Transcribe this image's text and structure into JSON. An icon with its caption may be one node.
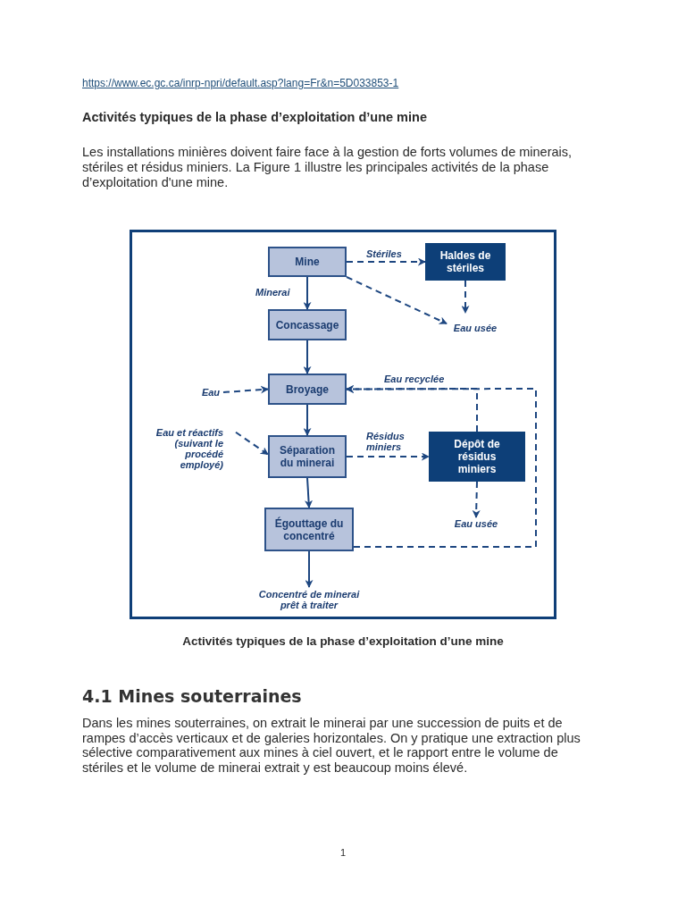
{
  "diagram": {
    "title": "Activités typiques de la phase d’exploitation d’une mine",
    "caption": "Activités typiques de la phase d’exploitation d’une mine",
    "nodes": [
      {
        "text": [
          "Mine"
        ]
      },
      {
        "text": [
          "Haldes de stériles"
        ]
      },
      {
        "text": [
          "Concassage"
        ]
      },
      {
        "text": [
          "Eau usée"
        ]
      },
      {
        "text": [
          "Broyage"
        ]
      },
      {
        "text": [
          "Eau"
        ]
      },
      {
        "text": [
          "Eau et réactifs (suivant le procédé employé)"
        ]
      },
      {
        "text": [
          "Séparation du minerai"
        ]
      },
      {
        "text": [
          "Dépôt de résidus miniers"
        ]
      },
      {
        "text": [
          "Eau usée"
        ]
      },
      {
        "text": [
          "Égouttage du concentré"
        ]
      },
      {
        "text": [
          "Concentré de minerai prêt à traiter"
        ]
      }
    ],
    "edges": [
      {
        "from": 0,
        "to": 1,
        "arrow": "to",
        "label": "Stériles",
        "style": "dashed"
      },
      {
        "from": 0,
        "to": 2,
        "arrow": "to",
        "label": "Minerai"
      },
      {
        "from": 0,
        "to": 3,
        "arrow": "to",
        "style": "dashed"
      },
      {
        "from": 1,
        "to": 3,
        "arrow": "to",
        "style": "dashed"
      },
      {
        "from": 2,
        "to": 4,
        "arrow": "to"
      },
      {
        "from": 5,
        "to": 4,
        "arrow": "to",
        "style": "dashed"
      },
      {
        "from": 4,
        "to": 7,
        "arrow": "to"
      },
      {
        "from": 6,
        "to": 7,
        "arrow": "to",
        "style": "dashed"
      },
      {
        "from": 7,
        "to": 8,
        "arrow": "to",
        "label": "Résidus miniers",
        "style": "dashed"
      },
      {
        "from": 8,
        "to": 9,
        "arrow": "to",
        "style": "dashed"
      },
      {
        "from": 8,
        "to": 4,
        "arrow": "to",
        "label": "Eau recyclée",
        "style": "dashed"
      },
      {
        "from": 10,
        "to": 4,
        "arrow": "to",
        "style": "dashed"
      },
      {
        "from": 7,
        "to": 10,
        "arrow": "to"
      },
      {
        "from": 10,
        "to": 11,
        "arrow": "to"
      }
    ],
    "labels": [
      "https://www.ec.gc.ca/inrp-npri/default.asp?lang=Fr&n=5D033853-1",
      "Les installations minières doivent faire face à la gestion de forts volumes de minerais, stériles et résidus miniers. La Figure 1 illustre les principales activités de la phase d’exploitation d'une mine.",
      "4.1 Mines souterraines",
      "Dans les mines souterraines, on extrait le minerai par une succession de puits et de rampes d’accès verticaux et de galeries horizontales. On y pratique une extraction plus sélective comparativement aux mines à ciel ouvert, et le rapport entre le volume de stériles et le volume de minerai extrait y est beaucoup moins élevé.",
      "1"
    ]
  }
}
